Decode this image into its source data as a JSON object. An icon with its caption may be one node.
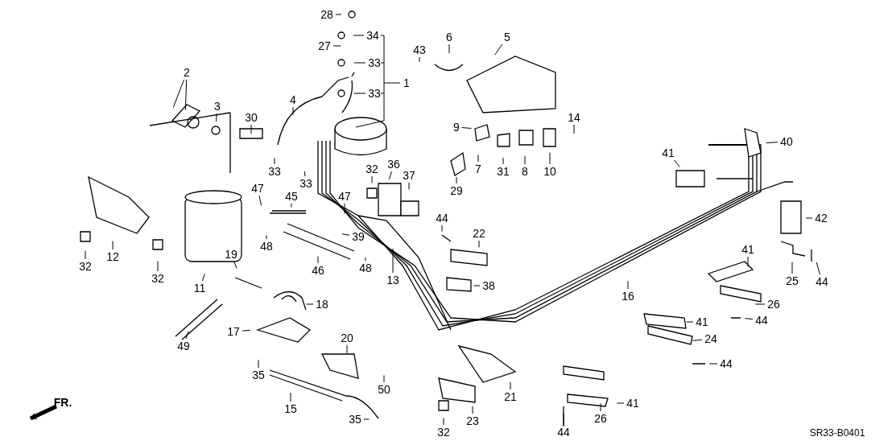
{
  "diagram": {
    "nodes": [
      {
        "text": [
          "28"
        ]
      },
      {
        "text": [
          "34"
        ]
      },
      {
        "text": [
          "5"
        ]
      },
      {
        "text": [
          "6"
        ]
      },
      {
        "text": [
          "43"
        ]
      },
      {
        "text": [
          "27"
        ]
      },
      {
        "text": [
          "33"
        ]
      },
      {
        "text": [
          "2"
        ]
      },
      {
        "text": [
          "1"
        ]
      },
      {
        "text": [
          "33"
        ]
      },
      {
        "text": [
          "4"
        ]
      },
      {
        "text": [
          "3"
        ]
      },
      {
        "text": [
          "30"
        ]
      },
      {
        "text": [
          "14"
        ]
      },
      {
        "text": [
          "9"
        ]
      },
      {
        "text": [
          "40"
        ]
      },
      {
        "text": [
          "41"
        ]
      },
      {
        "text": [
          "36"
        ]
      },
      {
        "text": [
          "7"
        ]
      },
      {
        "text": [
          "32"
        ]
      },
      {
        "text": [
          "33"
        ]
      },
      {
        "text": [
          "31"
        ]
      },
      {
        "text": [
          "8"
        ]
      },
      {
        "text": [
          "10"
        ]
      },
      {
        "text": [
          "37"
        ]
      },
      {
        "text": [
          "33"
        ]
      },
      {
        "text": [
          "47"
        ]
      },
      {
        "text": [
          "29"
        ]
      },
      {
        "text": [
          "47"
        ]
      },
      {
        "text": [
          "45"
        ]
      },
      {
        "text": [
          "42"
        ]
      },
      {
        "text": [
          "44"
        ]
      },
      {
        "text": [
          "22"
        ]
      },
      {
        "text": [
          "39"
        ]
      },
      {
        "text": [
          "48"
        ]
      },
      {
        "text": [
          "41"
        ]
      },
      {
        "text": [
          "32"
        ]
      },
      {
        "text": [
          "12"
        ]
      },
      {
        "text": [
          "19"
        ]
      },
      {
        "text": [
          "46"
        ]
      },
      {
        "text": [
          "48"
        ]
      },
      {
        "text": [
          "32"
        ]
      },
      {
        "text": [
          "13"
        ]
      },
      {
        "text": [
          "25"
        ]
      },
      {
        "text": [
          "44"
        ]
      },
      {
        "text": [
          "11"
        ]
      },
      {
        "text": [
          "38"
        ]
      },
      {
        "text": [
          "16"
        ]
      },
      {
        "text": [
          "18"
        ]
      },
      {
        "text": [
          "26"
        ]
      },
      {
        "text": [
          "44"
        ]
      },
      {
        "text": [
          "41"
        ]
      },
      {
        "text": [
          "17"
        ]
      },
      {
        "text": [
          "20"
        ]
      },
      {
        "text": [
          "24"
        ]
      },
      {
        "text": [
          "49"
        ]
      },
      {
        "text": [
          "44"
        ]
      },
      {
        "text": [
          "35"
        ]
      },
      {
        "text": [
          "50"
        ]
      },
      {
        "text": [
          "21"
        ]
      },
      {
        "text": [
          "41"
        ]
      },
      {
        "text": [
          "15"
        ]
      },
      {
        "text": [
          "26"
        ]
      },
      {
        "text": [
          "35"
        ]
      },
      {
        "text": [
          "23"
        ]
      },
      {
        "text": [
          "44"
        ]
      },
      {
        "text": [
          "32"
        ]
      }
    ],
    "edges": [
      {
        "from": 0,
        "to": null,
        "arrow": "none"
      },
      {
        "from": 1,
        "to": null,
        "arrow": "none"
      },
      {
        "from": 2,
        "to": null,
        "arrow": "none"
      },
      {
        "from": 3,
        "to": null,
        "arrow": "none"
      },
      {
        "from": 4,
        "to": null,
        "arrow": "none"
      },
      {
        "from": 5,
        "to": null,
        "arrow": "none"
      },
      {
        "from": 6,
        "to": null,
        "arrow": "none"
      },
      {
        "from": 7,
        "to": null,
        "arrow": "none"
      },
      {
        "from": 7,
        "to": null,
        "arrow": "none"
      },
      {
        "from": 8,
        "to": null,
        "arrow": "none"
      },
      {
        "from": 9,
        "to": null,
        "arrow": "none"
      },
      {
        "from": 10,
        "to": null,
        "arrow": "none"
      },
      {
        "from": 11,
        "to": null,
        "arrow": "none"
      },
      {
        "from": 12,
        "to": null,
        "arrow": "none"
      },
      {
        "from": 13,
        "to": null,
        "arrow": "none"
      },
      {
        "from": 14,
        "to": null,
        "arrow": "none"
      },
      {
        "from": 15,
        "to": null,
        "arrow": "none"
      },
      {
        "from": 16,
        "to": null,
        "arrow": "none"
      },
      {
        "from": 17,
        "to": null,
        "arrow": "none"
      },
      {
        "from": 18,
        "to": null,
        "arrow": "none"
      },
      {
        "from": 19,
        "to": null,
        "arrow": "none"
      },
      {
        "from": 20,
        "to": null,
        "arrow": "none"
      },
      {
        "from": 21,
        "to": null,
        "arrow": "none"
      },
      {
        "from": 22,
        "to": null,
        "arrow": "none"
      },
      {
        "from": 23,
        "to": null,
        "arrow": "none"
      },
      {
        "from": 24,
        "to": null,
        "arrow": "none"
      },
      {
        "from": 25,
        "to": null,
        "arrow": "none"
      },
      {
        "from": 26,
        "to": null,
        "arrow": "none"
      },
      {
        "from": 27,
        "to": null,
        "arrow": "none"
      },
      {
        "from": 28,
        "to": null,
        "arrow": "none"
      },
      {
        "from": 29,
        "to": null,
        "arrow": "none"
      },
      {
        "from": 30,
        "to": null,
        "arrow": "none"
      },
      {
        "from": 31,
        "to": null,
        "arrow": "none"
      },
      {
        "from": 32,
        "to": null,
        "arrow": "none"
      },
      {
        "from": 33,
        "to": null,
        "arrow": "none"
      },
      {
        "from": 34,
        "to": null,
        "arrow": "none"
      },
      {
        "from": 35,
        "to": null,
        "arrow": "none"
      },
      {
        "from": 36,
        "to": null,
        "arrow": "none"
      },
      {
        "from": 37,
        "to": null,
        "arrow": "none"
      },
      {
        "from": 38,
        "to": null,
        "arrow": "none"
      },
      {
        "from": 39,
        "to": null,
        "arrow": "none"
      },
      {
        "from": 40,
        "to": null,
        "arrow": "none"
      },
      {
        "from": 41,
        "to": null,
        "arrow": "none"
      },
      {
        "from": 42,
        "to": null,
        "arrow": "none"
      },
      {
        "from": 43,
        "to": null,
        "arrow": "none"
      },
      {
        "from": 44,
        "to": null,
        "arrow": "none"
      },
      {
        "from": 45,
        "to": null,
        "arrow": "none"
      },
      {
        "from": 46,
        "to": null,
        "arrow": "none"
      },
      {
        "from": 47,
        "to": null,
        "arrow": "none"
      },
      {
        "from": 48,
        "to": null,
        "arrow": "none"
      },
      {
        "from": 49,
        "to": null,
        "arrow": "none"
      },
      {
        "from": 50,
        "to": null,
        "arrow": "none"
      },
      {
        "from": 51,
        "to": null,
        "arrow": "none"
      },
      {
        "from": 52,
        "to": null,
        "arrow": "none"
      },
      {
        "from": 53,
        "to": null,
        "arrow": "none"
      },
      {
        "from": 54,
        "to": null,
        "arrow": "none"
      },
      {
        "from": 55,
        "to": null,
        "arrow": "none"
      },
      {
        "from": 56,
        "to": null,
        "arrow": "none"
      },
      {
        "from": 57,
        "to": null,
        "arrow": "none"
      },
      {
        "from": 58,
        "to": null,
        "arrow": "none"
      },
      {
        "from": 59,
        "to": null,
        "arrow": "none"
      },
      {
        "from": 60,
        "to": null,
        "arrow": "none"
      },
      {
        "from": 61,
        "to": null,
        "arrow": "none"
      },
      {
        "from": 62,
        "to": null,
        "arrow": "none"
      },
      {
        "from": 63,
        "to": null,
        "arrow": "none"
      },
      {
        "from": 64,
        "to": null,
        "arrow": "none"
      },
      {
        "from": 65,
        "to": null,
        "arrow": "none"
      },
      {
        "from": 66,
        "to": null,
        "arrow": "none"
      }
    ],
    "labels": [
      "FR.",
      "SR33-B0401"
    ]
  }
}
